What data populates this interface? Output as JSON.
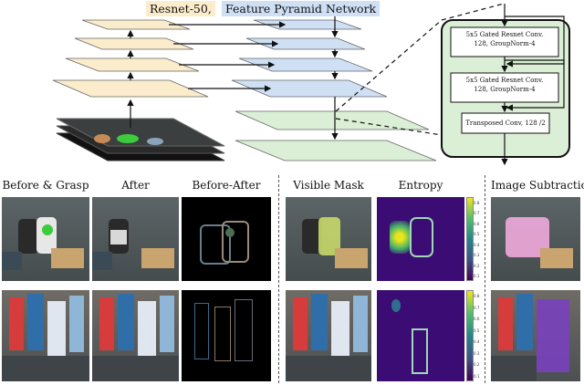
{
  "header": {
    "backbone": "Resnet-50,",
    "fpn": "Feature Pyramid Network"
  },
  "head_block": {
    "conv1_line1": "5x5 Gated Resnet Conv.",
    "conv1_line2": "128, GroupNorm-4",
    "conv2_line1": "5x5 Gated Resnet Conv.",
    "conv2_line2": "128, GroupNorm-4",
    "transposed": "Transposed Conv, 128 /2"
  },
  "columns": [
    "Before & Grasp",
    "After",
    "Before-After",
    "Visible Mask",
    "Entropy",
    "Image Subtraction"
  ],
  "colorbar_ticks": [
    "0.8",
    "0.7",
    "0.6",
    "0.5",
    "0.4",
    "0.3",
    "0.2",
    "0.1"
  ],
  "colors": {
    "backbone": "#fbeccb",
    "fpn": "#cfe0f5",
    "head": "#dbefd6",
    "entropy_bg": "#3b0d74",
    "entropy_hot": "#e8e51b",
    "mask_tint": "#e8a5d6"
  }
}
